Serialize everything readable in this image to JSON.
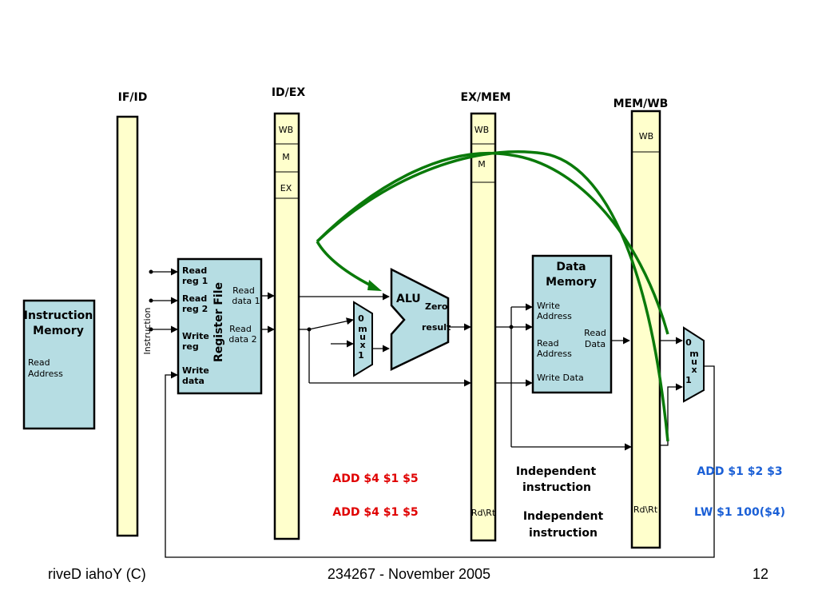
{
  "pipeline_registers": {
    "if_id": "IF/ID",
    "id_ex": "ID/EX",
    "ex_mem": "EX/MEM",
    "mem_wb": "MEM/WB"
  },
  "control_fields": {
    "id_ex": [
      "WB",
      "M",
      "EX"
    ],
    "ex_mem": [
      "WB",
      "M"
    ],
    "mem_wb": [
      "WB"
    ]
  },
  "instruction_memory": {
    "title_line1": "Instruction",
    "title_line2": "Memory",
    "read_line1": "Read",
    "read_line2": "Address"
  },
  "instruction_label": "Instruction",
  "register_file": {
    "title": "Register File",
    "read_reg1_line1": "Read",
    "read_reg1_line2": "reg 1",
    "read_reg2_line1": "Read",
    "read_reg2_line2": "reg 2",
    "write_reg_line1": "Write",
    "write_reg_line2": "reg",
    "write_data_line1": "Write",
    "write_data_line2": "data",
    "read_data1_line1": "Read",
    "read_data1_line2": "data 1",
    "read_data2_line1": "Read",
    "read_data2_line2": "data 2"
  },
  "alu": {
    "title": "ALU",
    "zero": "Zero",
    "result": "result"
  },
  "mux_ex": [
    "0",
    "m",
    "u",
    "x",
    "1"
  ],
  "mux_wb": [
    "0",
    "m",
    "u",
    "x",
    "1"
  ],
  "data_memory": {
    "title_line1": "Data",
    "title_line2": "Memory",
    "write_addr_line1": "Write",
    "write_addr_line2": "Address",
    "read_addr_line1": "Read",
    "read_addr_line2": "Address",
    "write_data": "Write Data",
    "read_data_line1": "Read",
    "read_data_line2": "Data"
  },
  "rd_rt_ex_mem": "Rd\\Rt",
  "rd_rt_mem_wb": "Rd\\Rt",
  "stage_instructions": {
    "ex_1": "ADD $4 $1 $5",
    "ex_2": "ADD $4 $1 $5",
    "mem_1_line1": "Independent",
    "mem_1_line2": "instruction",
    "mem_2_line1": "Independent",
    "mem_2_line2": "instruction",
    "wb_1": "ADD $1 $2 $3",
    "wb_2": "LW $1 100($4)"
  },
  "footer": {
    "left": "riveD iahoY  (C)",
    "center": "234267 - November 2005",
    "page": "12"
  },
  "colors": {
    "box_fill": "#b6dde3",
    "register_fill": "#ffffcc",
    "forward_path": "#0a7a0a",
    "highlight_red": "#e00000",
    "highlight_blue": "#1a5fd6"
  }
}
